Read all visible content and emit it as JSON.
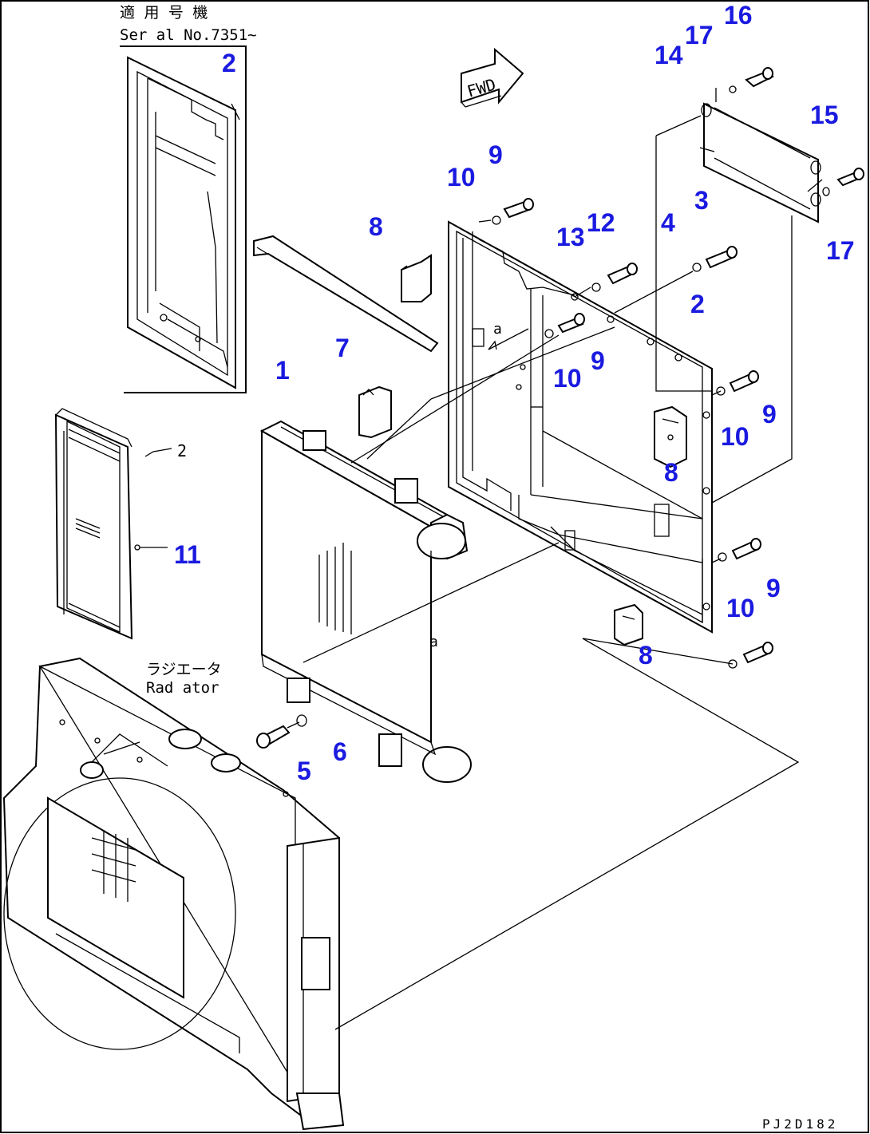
{
  "header": {
    "applicable_machine": "適 用 号 機",
    "serial": "Ser al No.7351~"
  },
  "radiator_label": {
    "jp": "ラジエータ",
    "en": "Rad ator"
  },
  "fwd_label": "FWD",
  "doc_code": "PJ2D182",
  "callouts": [
    {
      "id": "c-2-inset",
      "text": "2"
    },
    {
      "id": "c-16",
      "text": "16"
    },
    {
      "id": "c-17-top",
      "text": "17"
    },
    {
      "id": "c-14",
      "text": "14"
    },
    {
      "id": "c-15",
      "text": "15"
    },
    {
      "id": "c-17-right",
      "text": "17"
    },
    {
      "id": "c-9-top",
      "text": "9"
    },
    {
      "id": "c-10-top",
      "text": "10"
    },
    {
      "id": "c-8-top",
      "text": "8"
    },
    {
      "id": "c-13",
      "text": "13"
    },
    {
      "id": "c-12",
      "text": "12"
    },
    {
      "id": "c-4",
      "text": "4"
    },
    {
      "id": "c-3",
      "text": "3"
    },
    {
      "id": "c-2-main",
      "text": "2"
    },
    {
      "id": "c-9-mid",
      "text": "9"
    },
    {
      "id": "c-10-mid",
      "text": "10"
    },
    {
      "id": "c-7",
      "text": "7"
    },
    {
      "id": "c-1",
      "text": "1"
    },
    {
      "id": "c-9-right",
      "text": "9"
    },
    {
      "id": "c-10-right",
      "text": "10"
    },
    {
      "id": "c-8-mid",
      "text": "8"
    },
    {
      "id": "c-11",
      "text": "11"
    },
    {
      "id": "c-9-low",
      "text": "9"
    },
    {
      "id": "c-10-low",
      "text": "10"
    },
    {
      "id": "c-8-low",
      "text": "8"
    },
    {
      "id": "c-6",
      "text": "6"
    },
    {
      "id": "c-5",
      "text": "5"
    }
  ],
  "small_marks": {
    "inset_screw": "2",
    "arrow_a": "a",
    "rad_a": "a"
  }
}
